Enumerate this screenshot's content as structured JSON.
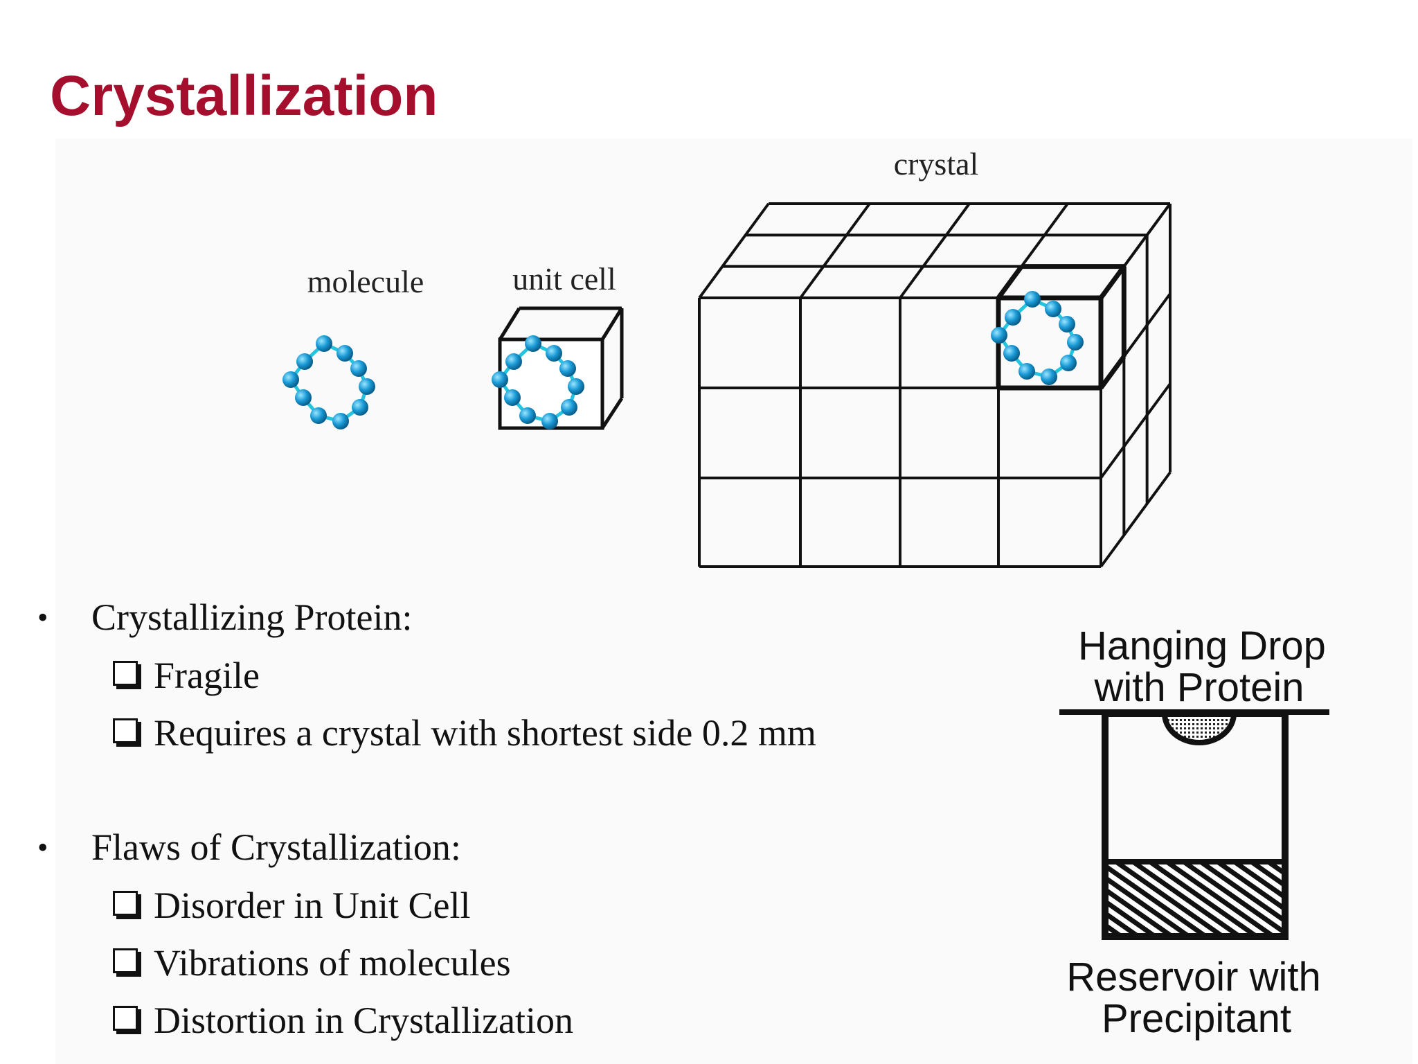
{
  "slide": {
    "title": "Crystallization"
  },
  "diagram": {
    "molecule_label": "molecule",
    "unit_cell_label": "unit cell",
    "crystal_label": "crystal"
  },
  "hanging_drop": {
    "top_label_line1": "Hanging Drop",
    "top_label_line2": "with Protein",
    "bottom_label_line1": "Reservoir with",
    "bottom_label_line2": "Precipitant"
  },
  "bullets": [
    {
      "text": "Crystallizing Protein:",
      "subitems": [
        "Fragile",
        "Requires a crystal with shortest side 0.2 mm"
      ]
    },
    {
      "text": "Flaws of Crystallization:",
      "subitems": [
        "Disorder in Unit Cell",
        "Vibrations of molecules",
        "Distortion in Crystallization"
      ]
    }
  ],
  "colors": {
    "title": "#a50f2d",
    "atom": "#1a9ad6",
    "bond": "#22c4de"
  }
}
